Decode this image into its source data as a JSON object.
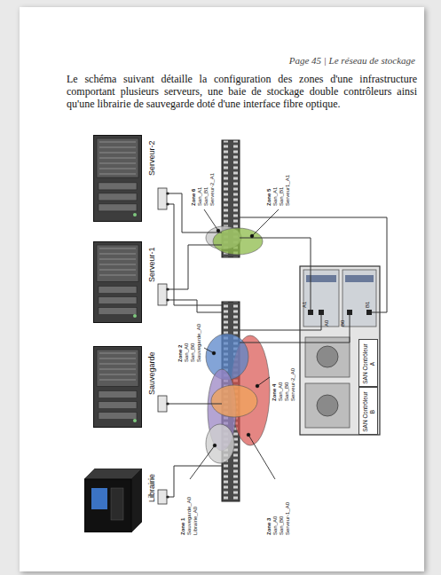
{
  "diagram": {
    "nodes": [
      {
        "text": [
          "Serveur-2"
        ]
      },
      {
        "text": [
          "Serveur-1"
        ]
      },
      {
        "text": [
          "Sauvegarde"
        ]
      },
      {
        "text": [
          "Librairie"
        ]
      },
      {
        "text": [
          "SAN Contrôleur A"
        ]
      },
      {
        "text": [
          "SAN Contrôleur B"
        ]
      }
    ],
    "labels": [
      "Page 45 | Le réseau de stockage",
      "Le schéma suivant détaille la configuration des zones d'une infrastructure comportant plusieurs serveurs, une baie de stockage double contrôleurs ainsi qu'une librairie de sauvegarde doté d'une interface fibre optique.",
      "Zone 6",
      "San_A1",
      "San_B1",
      "Serveur-2_A1",
      "Zone 5",
      "San_A1",
      "San_B1",
      "Serveur1_A1",
      "Zone 2",
      "San_A0",
      "San_B0",
      "Sauvegarde_A0",
      "Zone 4",
      "San_A0",
      "San_B0",
      "Serveur-2_A0",
      "Zone 1",
      "Sauvegarde_A0",
      "Librairie_A0",
      "Zone 3",
      "San_A0",
      "San_B0",
      "Serveur-1_A0",
      "A1",
      "A0",
      "B0",
      "B1"
    ]
  }
}
